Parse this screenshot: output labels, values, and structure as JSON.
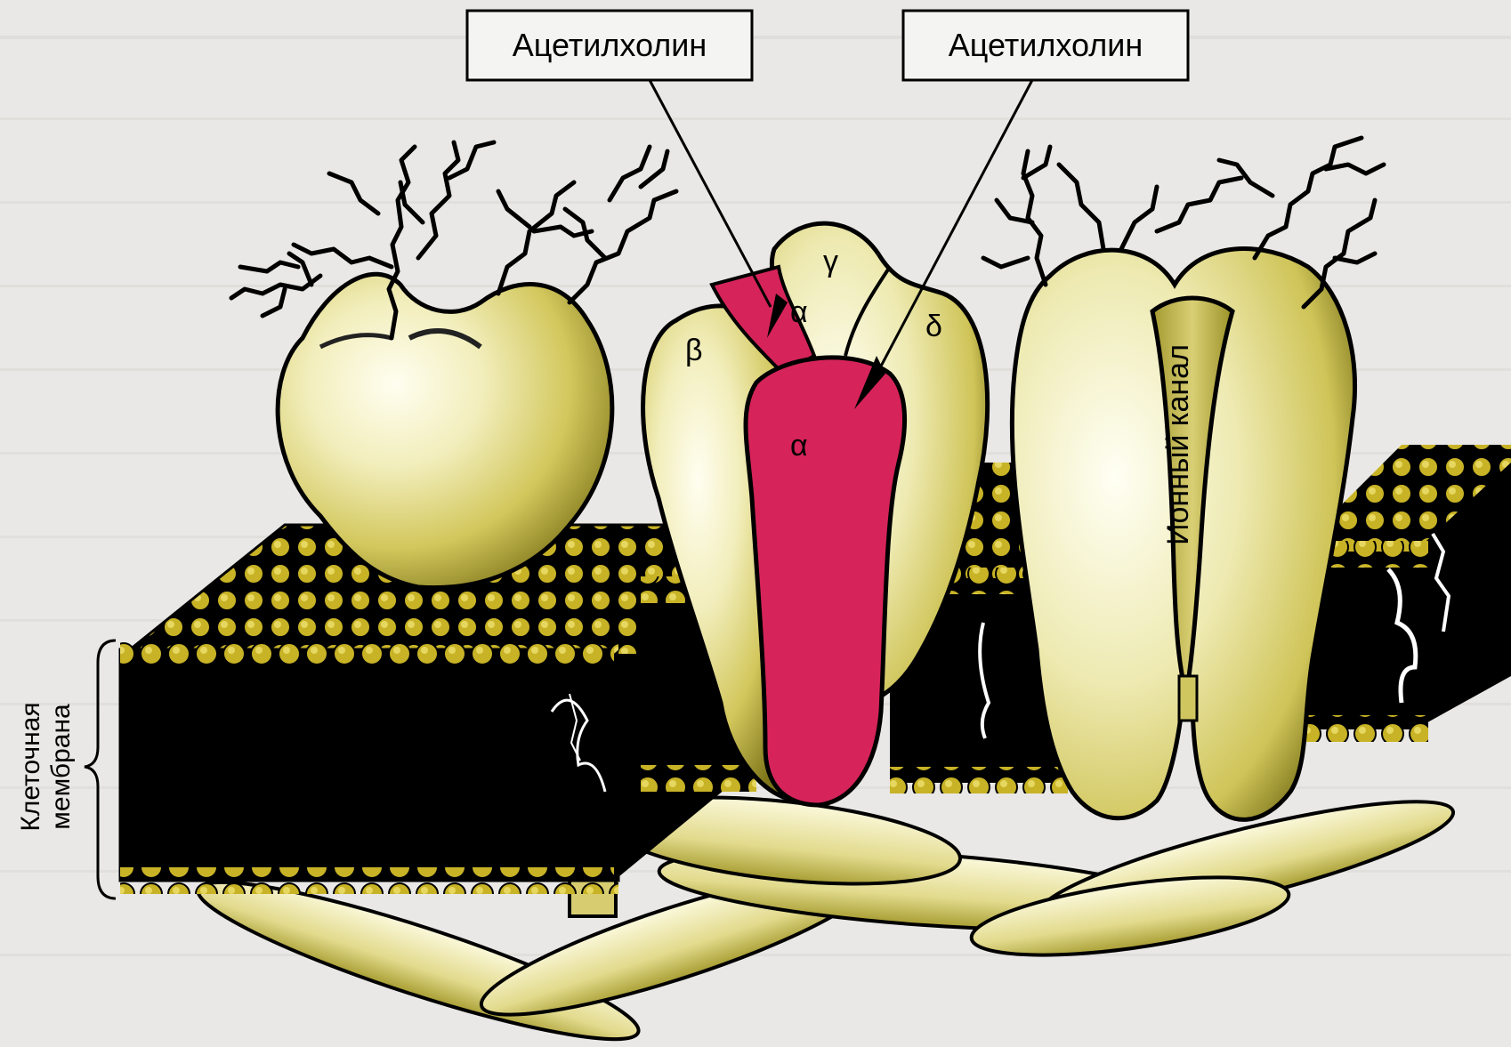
{
  "labels": {
    "ach_left": "Ацетилхолин",
    "ach_right": "Ацетилхолин",
    "alpha_top": "α",
    "alpha_bottom": "α",
    "beta": "β",
    "gamma": "γ",
    "delta": "δ",
    "ion_channel": "Ионный канал",
    "membrane_line1": "Клеточная",
    "membrane_line2": "мембрана"
  },
  "colors": {
    "lipid_head": "#c9b52a",
    "lipid_body": "#000000",
    "protein_light": "#f7f4d0",
    "protein_mid": "#d9cf6a",
    "protein_dark": "#8e8420",
    "alpha_subunit": "#d8245a",
    "background": "#e9e8e6"
  },
  "icons": {
    "glycan": "branched-sugar-chain",
    "bilayer": "phospholipid-bilayer",
    "brace": "curly-brace"
  }
}
